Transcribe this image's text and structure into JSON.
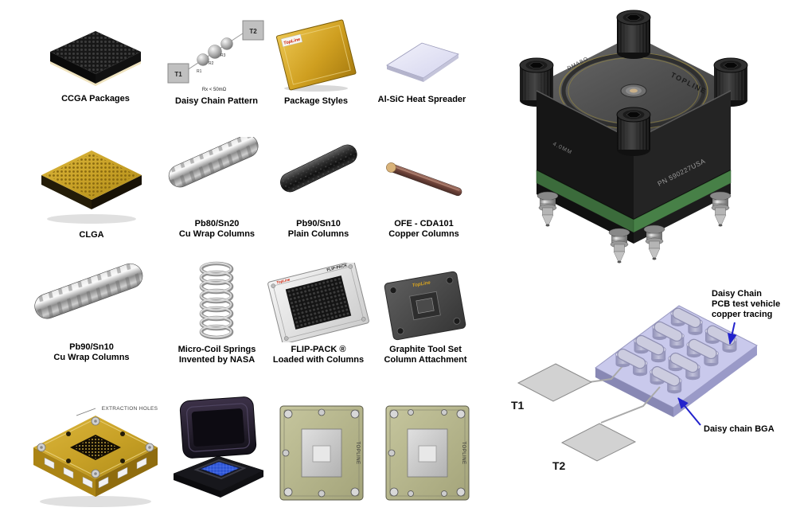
{
  "page": {
    "background": "#ffffff"
  },
  "gallery": {
    "items": [
      {
        "line1": "CCGA Packages",
        "line2": ""
      },
      {
        "line1": "Daisy Chain Pattern",
        "line2": ""
      },
      {
        "line1": "Package Styles",
        "line2": ""
      },
      {
        "line1": "Al-SiC Heat Spreader",
        "line2": ""
      },
      {
        "line1": "CLGA",
        "line2": ""
      },
      {
        "line1": "Pb80/Sn20",
        "line2": "Cu Wrap Columns"
      },
      {
        "line1": "Pb90/Sn10",
        "line2": "Plain Columns"
      },
      {
        "line1": "OFE - CDA101",
        "line2": "Copper Columns"
      },
      {
        "line1": "Pb90/Sn10",
        "line2": "Cu Wrap Columns"
      },
      {
        "line1": "Micro-Coil Springs",
        "line2": "Invented by NASA"
      },
      {
        "line1": "FLIP-PACK ®",
        "line2": "Loaded with Columns"
      },
      {
        "line1": "Graphite Tool Set",
        "line2": "Column Attachment"
      }
    ],
    "extraction_label": "EXTRACTION HOLES"
  },
  "daisy_pattern": {
    "t1": "T1",
    "t2": "T2",
    "r1": "R1",
    "r2": "R2",
    "r3": "R3",
    "note": "Rx < 50mΩ"
  },
  "package_styles": {
    "brand": "TopLine"
  },
  "flip_pack": {
    "brand": "TopLine",
    "name": "FLIP-PACK"
  },
  "graphite_tool": {
    "brand": "TopLine"
  },
  "fixture": {
    "brand": "TOPLINE",
    "part_number": "PN 590227USA",
    "top_label": "DMABO",
    "left_label": "4.0MM"
  },
  "plates": {
    "brand": "TOPLINE"
  },
  "bga_diagram": {
    "t1": "T1",
    "t2": "T2",
    "annotation_top_line1": "Daisy Chain",
    "annotation_top_line2": "PCB test vehicle",
    "annotation_top_line3": "copper tracing",
    "annotation_bottom": "Daisy chain BGA",
    "arrow_color": "#2222cc"
  }
}
